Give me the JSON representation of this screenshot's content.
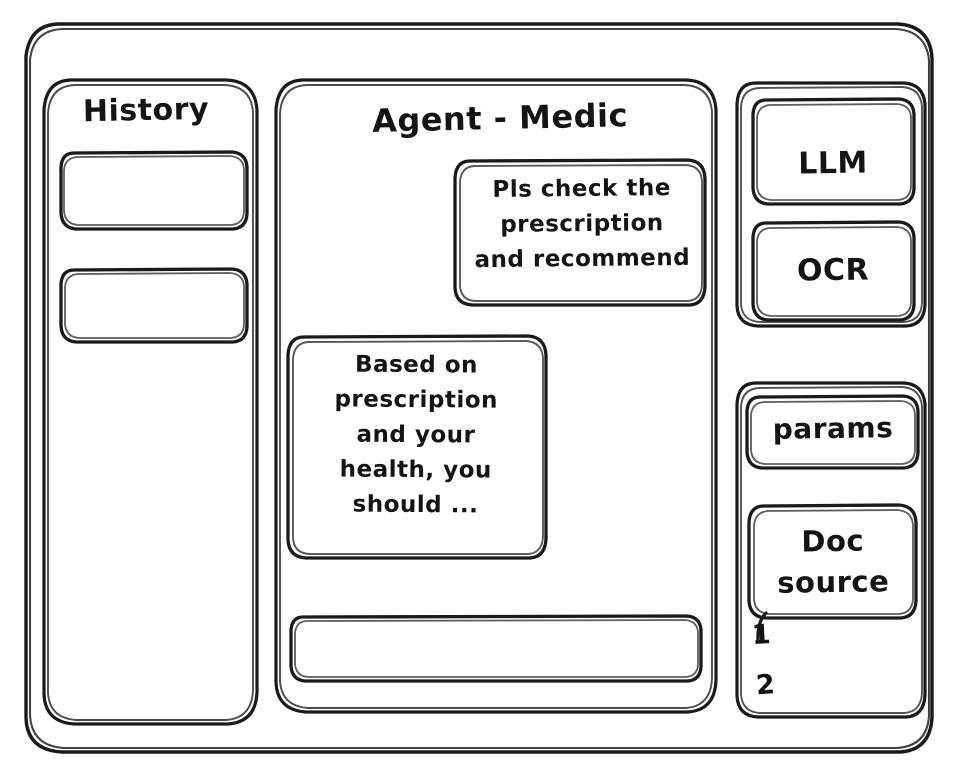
{
  "window": {
    "style": "hand-drawn-wireframe",
    "background_color": "#ffffff",
    "stroke_color": "#1a1a1a"
  },
  "sidebar_left": {
    "title": "History",
    "items": [
      {
        "label": ""
      },
      {
        "label": ""
      }
    ]
  },
  "main": {
    "title": "Agent - Medic",
    "messages": [
      {
        "role": "user",
        "align": "right",
        "text": "Pls check the\nprescription\nand recommend"
      },
      {
        "role": "assistant",
        "align": "left",
        "text": "Based on\nprescription\nand your\nhealth, you\nshould ..."
      }
    ],
    "composer": {
      "value": "",
      "placeholder": ""
    }
  },
  "sidebar_right": {
    "tools": [
      {
        "label": "LLM"
      },
      {
        "label": "OCR"
      }
    ],
    "settings": [
      {
        "label": "params"
      }
    ],
    "doc_source": {
      "label": "Doc\nsource",
      "references": [
        "1",
        "2"
      ]
    }
  }
}
